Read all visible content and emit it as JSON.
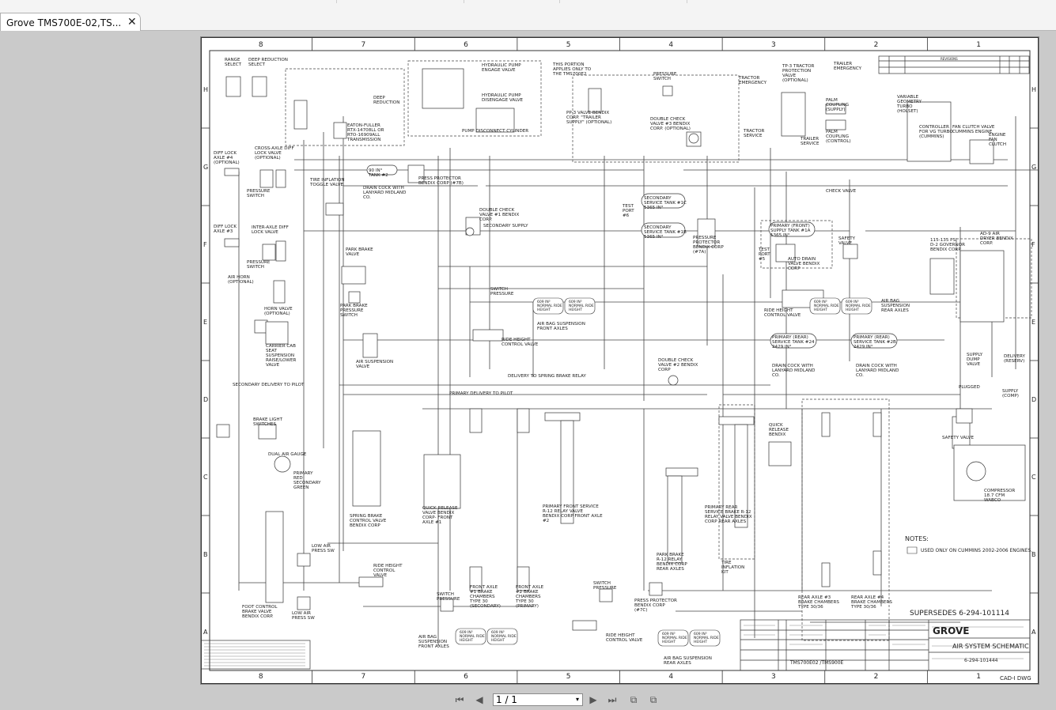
{
  "tab": {
    "title": "Grove TMS700E-02,TS...",
    "close_glyph": "✕"
  },
  "nav": {
    "first_glyph": "⏮",
    "prev_glyph": "◀",
    "page_value": "1 / 1",
    "dropdown_glyph": "▾",
    "next_glyph": "▶",
    "last_glyph": "⏭",
    "view1_glyph": "⧉",
    "view2_glyph": "⧉"
  },
  "schematic": {
    "columns": [
      "8",
      "7",
      "6",
      "5",
      "4",
      "3",
      "2",
      "1"
    ],
    "rows": [
      "H",
      "G",
      "F",
      "E",
      "D",
      "C",
      "B",
      "A"
    ],
    "labels": {
      "range_select": "RANGE SELECT",
      "deep_reduction_select": "DEEP REDUCTION SELECT",
      "deep_reduction": "DEEP REDUCTION",
      "eaton_fuller": "EATON-FULLER RTX-14708LL OR RTO-16909ALL TRANSMISSION",
      "hydraulic_pump_engage": "HYDRAULIC PUMP ENGAGE VALVE",
      "hydraulic_pump_disengage": "HYDRAULIC PUMP DISENGAGE VALVE",
      "pump_disconnect": "PUMP DISCONNECT CYLINDER",
      "portion_applies": "THIS PORTION APPLIES ONLY TO THE TMS700E2",
      "pp3_valve": "PP-3 VALVE BENDIX CORP. \"TRAILER SUPPLY\" (OPTIONAL)",
      "pressure_switch_top": "PRESSURE SWITCH",
      "double_check_3": "DOUBLE CHECK VALVE #3 BENDIX CORP. (OPTIONAL)",
      "tp3": "TP-3 TRACTOR PROTECTION VALVE (OPTIONAL)",
      "tractor_emergency": "TRACTOR EMERGENCY",
      "tractor_service": "TRACTOR SERVICE",
      "trailer_emergency": "TRAILER EMERGENCY",
      "trailer_service": "TRAILER SERVICE",
      "palm_supply": "PALM COUPLING (SUPPLY)",
      "palm_control": "PALM COUPLING (CONTROL)",
      "vgt": "VARIABLE GEOMETRY TURBO (HOLSET)",
      "controller": "CONTROLLER FOR VG TURBO (CUMMINS)",
      "fan_clutch": "FAN CLUTCH VALVE CUMMINS ENGINE",
      "engine_fan": "ENGINE FAN CLUTCH",
      "diff_lock_4": "DIFF LOCK AXLE #4 (OPTIONAL)",
      "cross_axle": "CROSS-AXLE DIFF LOCK VALVE (OPTIONAL)",
      "tank2": "90 IN³ TANK #2",
      "press_protector_7b": "PRESS PROTECTOR BENDIX CORP (#7B)",
      "drain_cock_1": "DRAIN COCK WITH LANYARD MIDLAND CO.",
      "tire_inflation_toggle": "TIRE INFLATION TOGGLE VALVE",
      "secondary_tank_1c": "SECONDARY SERVICE TANK #1C 1365 IN³",
      "secondary_tank_1b": "SECONDARY SERVICE TANK #1B 1365 IN³",
      "test_port_6": "TEST PORT #6",
      "double_check_1": "DOUBLE CHECK VALVE #1 BENDIX CORP.",
      "secondary_supply": "SECONDARY SUPPLY",
      "pressure_protector_7a": "PRESSURE PROTECTOR BENDIX CORP (#7A)",
      "primary_front_tank": "PRIMARY (FRONT) SUPPLY TANK #1A 1365 IN³",
      "test_port_5": "TEST PORT #5",
      "auto_drain": "AUTO DRAIN VALVE BENDIX CORP",
      "check_valve": "CHECK VALVE",
      "safety_valve_top": "SAFETY VALVE",
      "governor": "115-135 PSI D-2 GOVERNOR BENDIX CORP",
      "air_dryer": "AD-9 AIR DRYER BENDIX CORP.",
      "diff_lock_3": "DIFF LOCK AXLE #3",
      "inter_axle": "INTER-AXLE DIFF LOCK VALVE",
      "pressure_switch_a": "PRESSURE SWITCH",
      "pressure_switch_b": "PRESSURE SWITCH",
      "air_horn": "AIR HORN (OPTIONAL)",
      "horn_valve": "HORN VALVE (OPTIONAL)",
      "park_brake_valve": "PARK BRAKE VALVE",
      "park_brake_pressure": "PARK BRAKE PRESSURE SWITCH",
      "switch_pressure_top": "SWITCH PRESSURE",
      "airbag_front_top": "AIR BAG SUSPENSION FRONT AXLES",
      "ride_height_1": "RIDE HEIGHT CONTROL VALVE",
      "ride_height_2": "RIDE HEIGHT CONTROL VALVE",
      "airbag_rear_top": "AIR BAG SUSPENSION REAR AXLES",
      "carrier_cab": "CARRIER CAB SEAT SUSPENSION RAISE/LOWER VALVE",
      "air_suspension": "AIR SUSPENSION VALVE",
      "primary_rear_tank": "PRIMARY (REAR) SERVICE TANK #24 2429 IN³",
      "primary_rear_tank2": "PRIMARY (REAR) SERVICE TANK #2B 2429 IN³",
      "drain_cock_2": "DRAIN COCK WITH LANYARD MIDLAND CO.",
      "drain_cock_3": "DRAIN COCK WITH LANYARD MIDLAND CO.",
      "supply_dump": "SUPPLY DUMP VALVE",
      "delivery_reserv": "DELIVERY (RESERV)",
      "plugged": "PLUGGED",
      "supply_comp": "SUPPLY (COMP)",
      "secondary_delivery": "SECONDARY DELIVERY TO PILOT",
      "delivery_spring": "DELIVERY TO SPRING BRAKE RELAY",
      "primary_delivery": "PRIMARY DELIVERY TO PILOT",
      "double_check_2": "DOUBLE CHECK VALVE #2 BENDIX CORP",
      "brake_light": "BRAKE LIGHT SWITCHES",
      "dual_air_gauge": "DUAL AIR GAUGE",
      "gauge_legend": "PRIMARY RED SECONDARY GREEN",
      "spring_brake_control": "SPRING BRAKE CONTROL VALVE BENDIX CORP",
      "quick_release_front": "QUICK RELEASE VALVE BENDIX CORP- FRONT AXLE #1",
      "primary_front_service": "PRIMARY FRONT SERVICE R-12 RELAY VALVE BENDIX CORP FRONT AXLE #2",
      "park_brake_relay": "PARK BRAKE R-12 RELAY BENDIX CORP REAR AXLES",
      "primary_rear_service": "PRIMARY REAR SERVICE BRAKE R-12 RELAY VALVE BENDIX CORP REAR AXLES",
      "quick_release_bendix": "QUICK RELEASE BENDIX",
      "safety_valve_mid": "SAFETY VALVE",
      "compressor": "COMPRESSOR 18.7 CFM WABCO",
      "low_air_1": "LOW AIR PRESS SW",
      "low_air_2": "LOW AIR PRESS SW",
      "foot_control": "FOOT CONTROL BRAKE VALVE BENDIX CORP.",
      "ride_height_3": "RIDE HEIGHT CONTROL VALVE",
      "switch_pressure_bot": "SWITCH PRESSURE",
      "front_axle1": "FRONT AXLE #1 BRAKE CHAMBERS TYPE 30 (SECONDARY)",
      "front_axle2": "FRONT AXLE #2 BRAKE CHAMBERS TYPE 30 (PRIMARY)",
      "tire_inflation_kit": "TIRE INFLATION KIT",
      "press_protector_7c": "PRESS PROTECTOR BENDIX CORP (#7C)",
      "switch_pressure_bot2": "SWITCH PRESSURE",
      "ride_height_4": "RIDE HEIGHT CONTROL VALVE",
      "rear_axle3": "REAR AXLE #3 BRAKE CHAMBERS TYPE 30/36",
      "rear_axle4": "REAR AXLE #4 BRAKE CHAMBERS TYPE 30/36",
      "airbag_front_bot": "AIR BAG SUSPENSION FRONT AXLES",
      "airbag_rear_bot": "AIR BAG SUSPENSION REAR AXLES",
      "notes": "NOTES:",
      "note1": "USED ONLY ON CUMMINS 2002-2006 ENGINES.",
      "supersedes": "SUPERSEDES 6-294-101114",
      "grove": "GROVE",
      "title": "AIR SYSTEM SCHEMATIC",
      "drawing_no": "6-294-101444",
      "model": "TMS700E02 /TMS900E",
      "revisions": "REVISIONS",
      "cad": "CAD-I DWG",
      "bag_609": "609 IN³",
      "normal_ride": "NORMAL RIDE",
      "height": "HEIGHT"
    }
  }
}
